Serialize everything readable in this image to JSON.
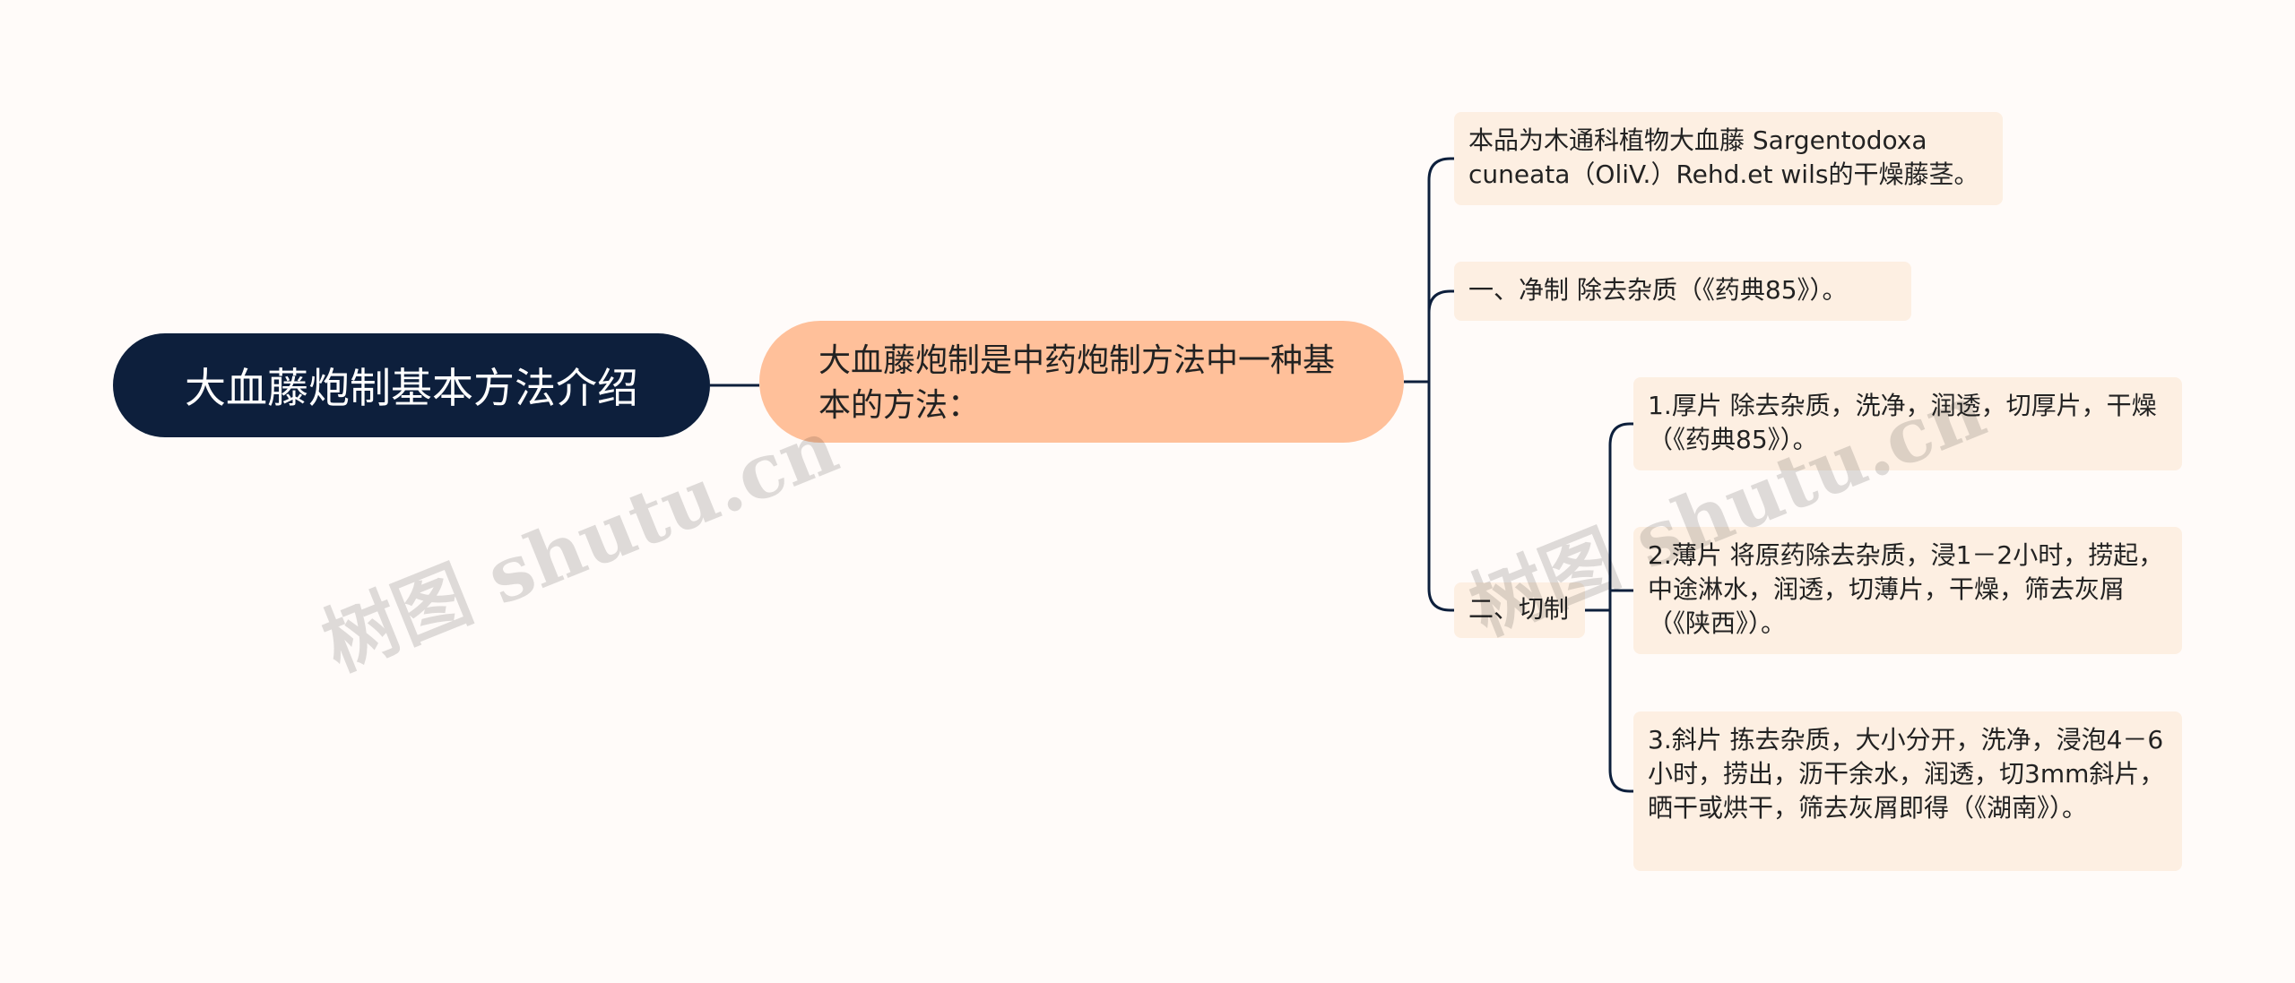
{
  "root": {
    "label": "大血藤炮制基本方法介绍"
  },
  "main_topic": {
    "label": "大血藤炮制是中药炮制方法中一种基本的方法："
  },
  "branches": {
    "intro": "本品为木通科植物大血藤 Sargentodoxa cuneata（OliV.）Rehd.et wils的干燥藤茎。",
    "cleaning": "一、净制 除去杂质（《药典85》）。",
    "cutting": {
      "label": "二、切制",
      "items": [
        "1.厚片 除去杂质，洗净，润透，切厚片，干燥（《药典85》）。",
        "2.薄片 将原药除去杂质，浸1－2小时，捞起，中途淋水，润透，切薄片，干燥，筛去灰屑（《陕西》）。",
        "3.斜片 拣去杂质，大小分开，洗净，浸泡4－6小时，捞出，沥干余水，润透，切3mm斜片，晒干或烘干，筛去灰屑即得（《湖南》）。"
      ]
    }
  },
  "watermark": {
    "text": "树图 shutu.cn"
  },
  "colors": {
    "background": "#fffbf9",
    "root_fill": "#0d1f3c",
    "main_fill": "#ffc09a",
    "leaf_fill": "#fdefe2",
    "connector": "#0d1f3c"
  }
}
